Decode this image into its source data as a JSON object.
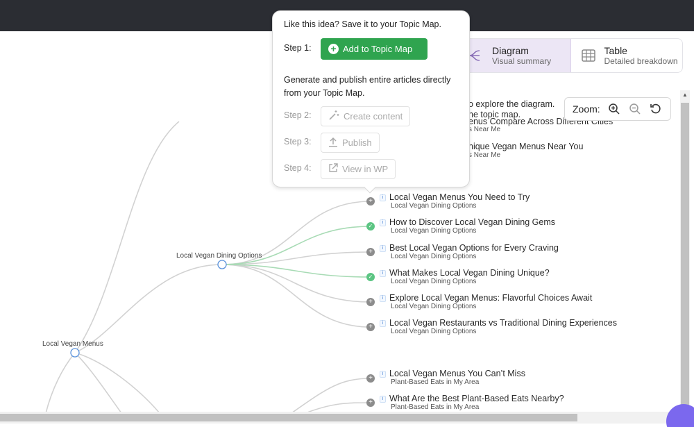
{
  "view_toggle": {
    "diagram": {
      "label": "Diagram",
      "sub": "Visual summary"
    },
    "table": {
      "label": "Table",
      "sub": "Detailed breakdown"
    }
  },
  "zoom": {
    "label": "Zoom:"
  },
  "popup": {
    "intro": "Like this idea? Save it to your Topic Map.",
    "step1_label": "Step 1:",
    "add_button": "Add to Topic Map",
    "description": "Generate and publish entire articles directly from your Topic Map.",
    "step2_label": "Step 2:",
    "create_button": "Create content",
    "step3_label": "Step 3:",
    "publish_button": "Publish",
    "step4_label": "Step 4:",
    "view_button": "View in WP"
  },
  "partial": {
    "hint1": "o explore the diagram.",
    "hint2": "he topic map.",
    "top1_title": "enus Compare Across Different Cities",
    "top1_sub": "s Near Me",
    "top2_title": "nique Vegan Menus Near You",
    "top2_sub": "s Near Me"
  },
  "nodes": {
    "root": "Local Vegan Menus",
    "dining": "Local Vegan Dining Options"
  },
  "leaves": [
    {
      "title": "Local Vegan Menus You Need to Try",
      "sub": "Local Vegan Dining Options",
      "status": "plus"
    },
    {
      "title": "How to Discover Local Vegan Dining Gems",
      "sub": "Local Vegan Dining Options",
      "status": "check"
    },
    {
      "title": "Best Local Vegan Options for Every Craving",
      "sub": "Local Vegan Dining Options",
      "status": "plus"
    },
    {
      "title": "What Makes Local Vegan Dining Unique?",
      "sub": "Local Vegan Dining Options",
      "status": "check"
    },
    {
      "title": "Explore Local Vegan Menus: Flavorful Choices Await",
      "sub": "Local Vegan Dining Options",
      "status": "plus"
    },
    {
      "title": "Local Vegan Restaurants vs Traditional Dining Experiences",
      "sub": "Local Vegan Dining Options",
      "status": "plus"
    },
    {
      "title": "Local Vegan Menus You Can’t Miss",
      "sub": "Plant-Based Eats in My Area",
      "status": "plus"
    },
    {
      "title": "What Are the Best Plant-Based Eats Nearby?",
      "sub": "Plant-Based Eats in My Area",
      "status": "plus"
    }
  ],
  "colors": {
    "accent": "#2fa44f",
    "active_tab": "#ece6f5",
    "check": "#5cc583"
  }
}
